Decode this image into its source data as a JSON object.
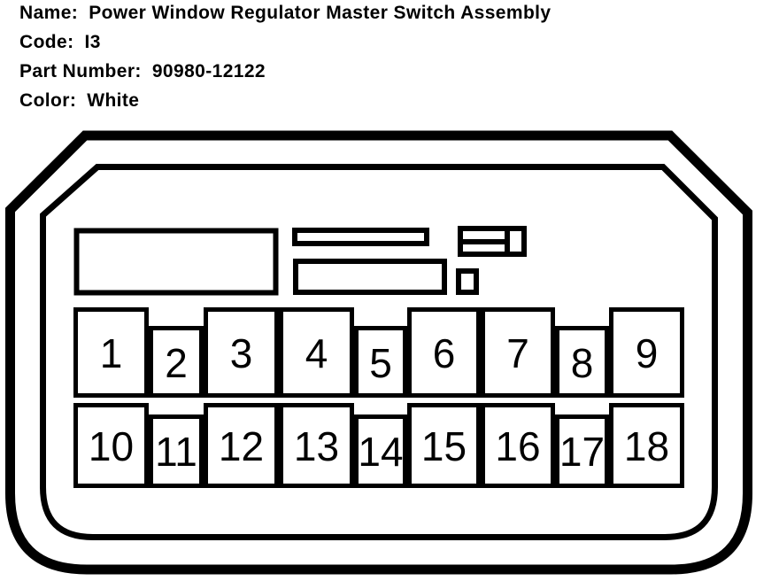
{
  "colors": {
    "ink": "#000000",
    "background": "#ffffff"
  },
  "header": {
    "fields": [
      {
        "label": "Name:",
        "value": "Power Window Regulator Master Switch Assembly"
      },
      {
        "label": "Code:",
        "value": "I3"
      },
      {
        "label": "Part Number:",
        "value": "90980-12122"
      },
      {
        "label": "Color:",
        "value": "White"
      }
    ]
  },
  "connector": {
    "pins": [
      {
        "number": "1"
      },
      {
        "number": "2"
      },
      {
        "number": "3"
      },
      {
        "number": "4"
      },
      {
        "number": "5"
      },
      {
        "number": "6"
      },
      {
        "number": "7"
      },
      {
        "number": "8"
      },
      {
        "number": "9"
      },
      {
        "number": "10"
      },
      {
        "number": "11"
      },
      {
        "number": "12"
      },
      {
        "number": "13"
      },
      {
        "number": "14"
      },
      {
        "number": "15"
      },
      {
        "number": "16"
      },
      {
        "number": "17"
      },
      {
        "number": "18"
      }
    ]
  }
}
